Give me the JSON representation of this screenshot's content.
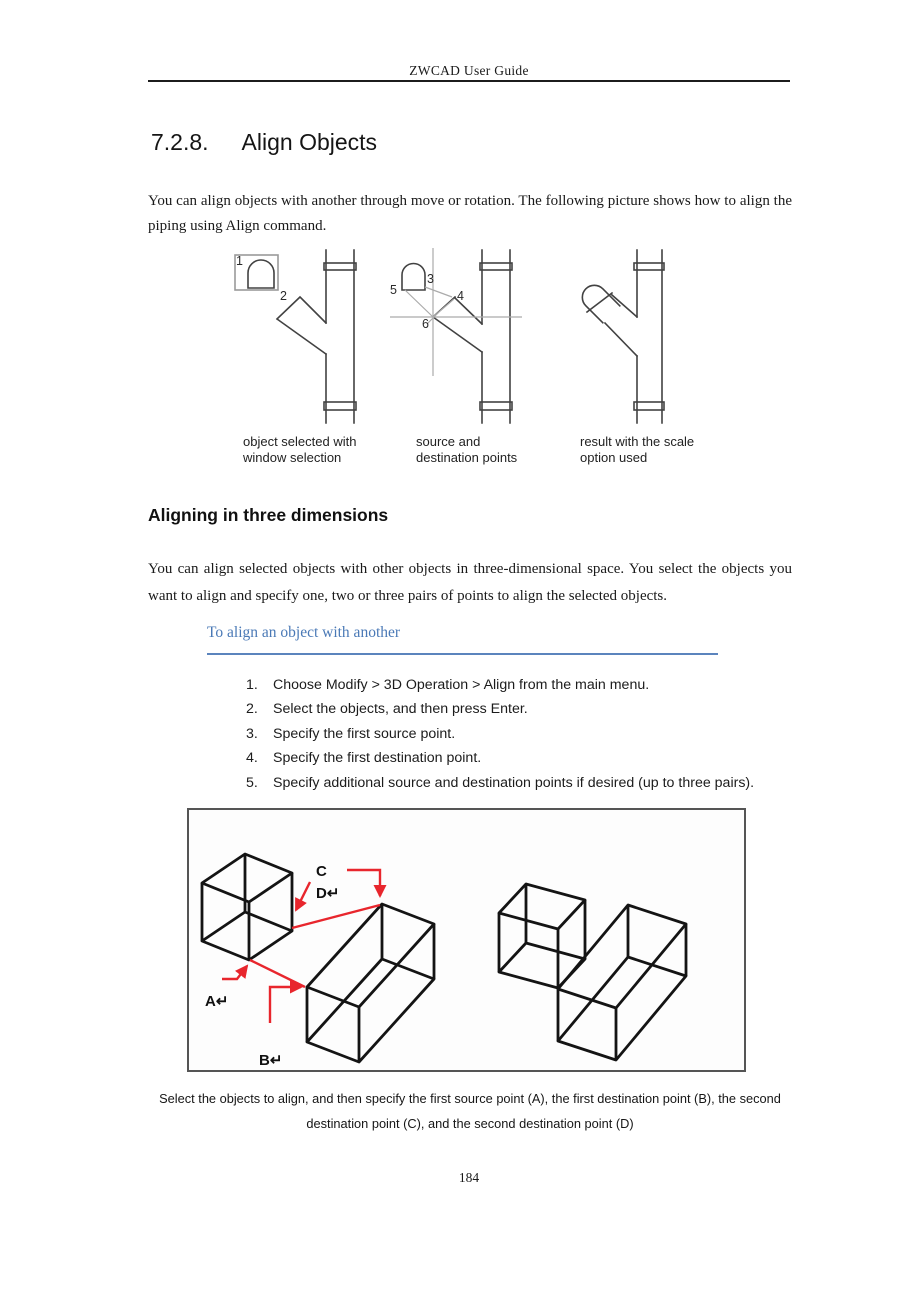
{
  "header": {
    "title": "ZWCAD User Guide"
  },
  "footer": {
    "page_number": "184"
  },
  "section": {
    "number": "7.2.8.",
    "title": "Align Objects",
    "intro": "You can align objects with another through move or rotation. The following picture shows how to align the piping using Align command."
  },
  "figure_piping": {
    "point_labels": {
      "p1": "1",
      "p2": "2",
      "p3": "3",
      "p4": "4",
      "p5": "5",
      "p6": "6"
    },
    "captions": [
      {
        "line1": "object selected with",
        "line2": "window selection"
      },
      {
        "line1": "source and",
        "line2": "destination points"
      },
      {
        "line1": "result with the scale",
        "line2": "option used"
      }
    ]
  },
  "subsection": {
    "title": "Aligning in three dimensions",
    "body": "You can align selected objects with other objects in three-dimensional space. You select the objects you want to align and specify one, two or three pairs of points to align the selected objects."
  },
  "procedure": {
    "heading": "To align an object with another",
    "steps": [
      {
        "num": "1.",
        "text": "Choose Modify > 3D Operation > Align from the main menu."
      },
      {
        "num": "2.",
        "text": "Select the objects, and then press Enter."
      },
      {
        "num": "3.",
        "text": "Specify the first source point."
      },
      {
        "num": "4.",
        "text": "Specify the first destination point."
      },
      {
        "num": "5.",
        "text": "Specify additional source and destination points if desired (up to three pairs)."
      }
    ]
  },
  "figure_boxes": {
    "labels": {
      "a": "A↵",
      "b": "B↵",
      "c": "C",
      "d": "D↵"
    },
    "caption_line1": "Select the objects to align, and then specify the first source point (A), the first destination point (B), the second",
    "caption_line2": "destination point (C), and the second destination point (D)"
  },
  "colors": {
    "accent_blue": "#4a79b6",
    "annotation_red": "#e8262d",
    "line_dark": "#424242",
    "line_gray": "#ababab"
  }
}
